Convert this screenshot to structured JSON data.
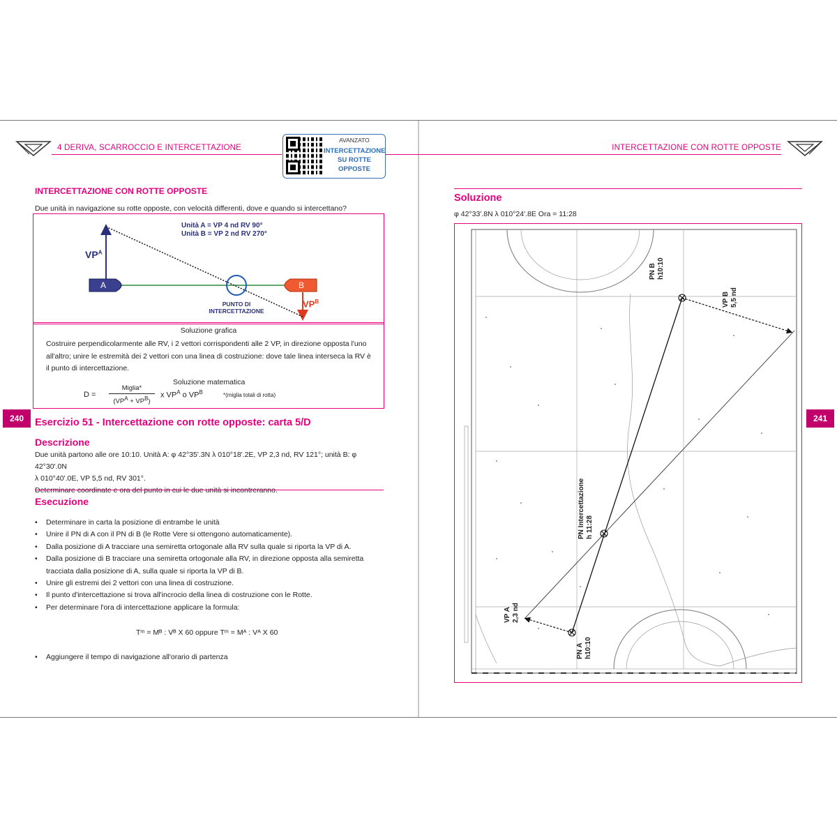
{
  "header": {
    "left_title": "4 DERIVA, SCARROCCIO E INTERCETTAZIONE",
    "right_title": "INTERCETTAZIONE CON ROTTE OPPOSTE",
    "badge_level": "AVANZATO",
    "badge_line1": "INTERCETTAZIONE",
    "badge_line2": "SU ROTTE",
    "badge_line3": "OPPOSTE"
  },
  "left_page": {
    "page_number": "240",
    "section_title": "INTERCETTAZIONE CON ROTTE OPPOSTE",
    "intro": "Due unità in navigazione su rotte opposte, con velocità differenti, dove e quando si intercettano?",
    "diagram": {
      "unit_a_label": "Unità A =",
      "unit_a_values": "VP 4 nd   RV  90°",
      "unit_b_label": "Unità B =",
      "unit_b_values": "VP 2 nd   RV  270°",
      "vpa": "VP",
      "vpa_sup": "A",
      "vpb": "VP",
      "vpb_sup": "B",
      "boat_a": "A",
      "boat_b": "B",
      "point_line1": "PUNTO DI",
      "point_line2": "INTERCETTAZIONE"
    },
    "graphic_solution_title": "Soluzione grafica",
    "graphic_solution_text": "Costruire perpendicolarmente alle RV, i 2 vettori corrispondenti alle 2 VP, in direzione opposta l'uno all'altro; unire le estremità dei 2 vettori con una linea di costruzione: dove tale linea interseca la RV è il punto di intercettazione.",
    "math_solution_title": "Soluzione matematica",
    "formula": {
      "lhs": "D =",
      "numerator": "Miglia*",
      "denominator": "(VP",
      "denominator_sup_a": "A",
      "denominator_mid": " + VP",
      "denominator_sup_b": "B",
      "denominator_end": ")",
      "times": "x  VP",
      "times_sup": "A",
      "or": " o VP",
      "or_sup": "B",
      "note": "*(miglia totali di rotta)"
    },
    "exercise_title": "Esercizio 51 - Intercettazione con rotte opposte: carta 5/D",
    "description_title": "Descrizione",
    "description_line1": "Due unità partono alle ore 10:10. Unità A: φ 42°35'.3N  λ 010°18'.2E, VP 2,3 nd, RV 121°; unità B: φ 42°30'.0N",
    "description_line2": "λ 010°40'.0E, VP 5,5 nd, RV 301°.",
    "description_line3": "Determinare coordinate e ora del punto in cui le due unità si incontreranno.",
    "execution_title": "Esecuzione",
    "steps": [
      "Determinare in carta la posizione di entrambe le unità",
      "Unire il PN di A con il PN di B (le Rotte Vere si ottengono automaticamente).",
      "Dalla posizione di A tracciare una semiretta ortogonale alla RV sulla quale si riporta la VP di A.",
      "Dalla posizione di B tracciare una semiretta ortogonale alla RV, in direzione opposta alla semiretta tracciata dalla posizione di A, sulla quale si riporta la VP di B.",
      "Unire gli estremi dei 2 vettori con una linea di costruzione.",
      "Il punto d'intercettazione si trova all'incrocio della linea di costruzione con le Rotte.",
      "Per determinare l'ora di intercettazione applicare la formula:"
    ],
    "time_formula": "Tᵐ = Mᴮ : Vᴮ X 60  oppure Tᵐ = Mᴬ : Vᴬ X 60",
    "last_step": "Aggiungere il tempo di navigazione all'orario di partenza"
  },
  "right_page": {
    "page_number": "241",
    "solution_title": "Soluzione",
    "solution_values": "φ 42°33'.8N   λ 010°24'.8E    Ora = 11:28",
    "chart_labels": {
      "pn_b": "PN B",
      "pn_b_time": "h10:10",
      "vp_b": "VP B",
      "vp_b_speed": "5,5 nd",
      "pn_int": "PN Intercettazione",
      "pn_int_time": "h 11:28",
      "vp_a": "VP A",
      "vp_a_speed": "2,3 nd",
      "pn_a": "PN A",
      "pn_a_time": "h10:10"
    }
  },
  "colors": {
    "accent": "#e6007e",
    "unit_a": "#2a2f7a",
    "unit_b": "#e8532a",
    "badge_blue": "#2a6cb8"
  }
}
